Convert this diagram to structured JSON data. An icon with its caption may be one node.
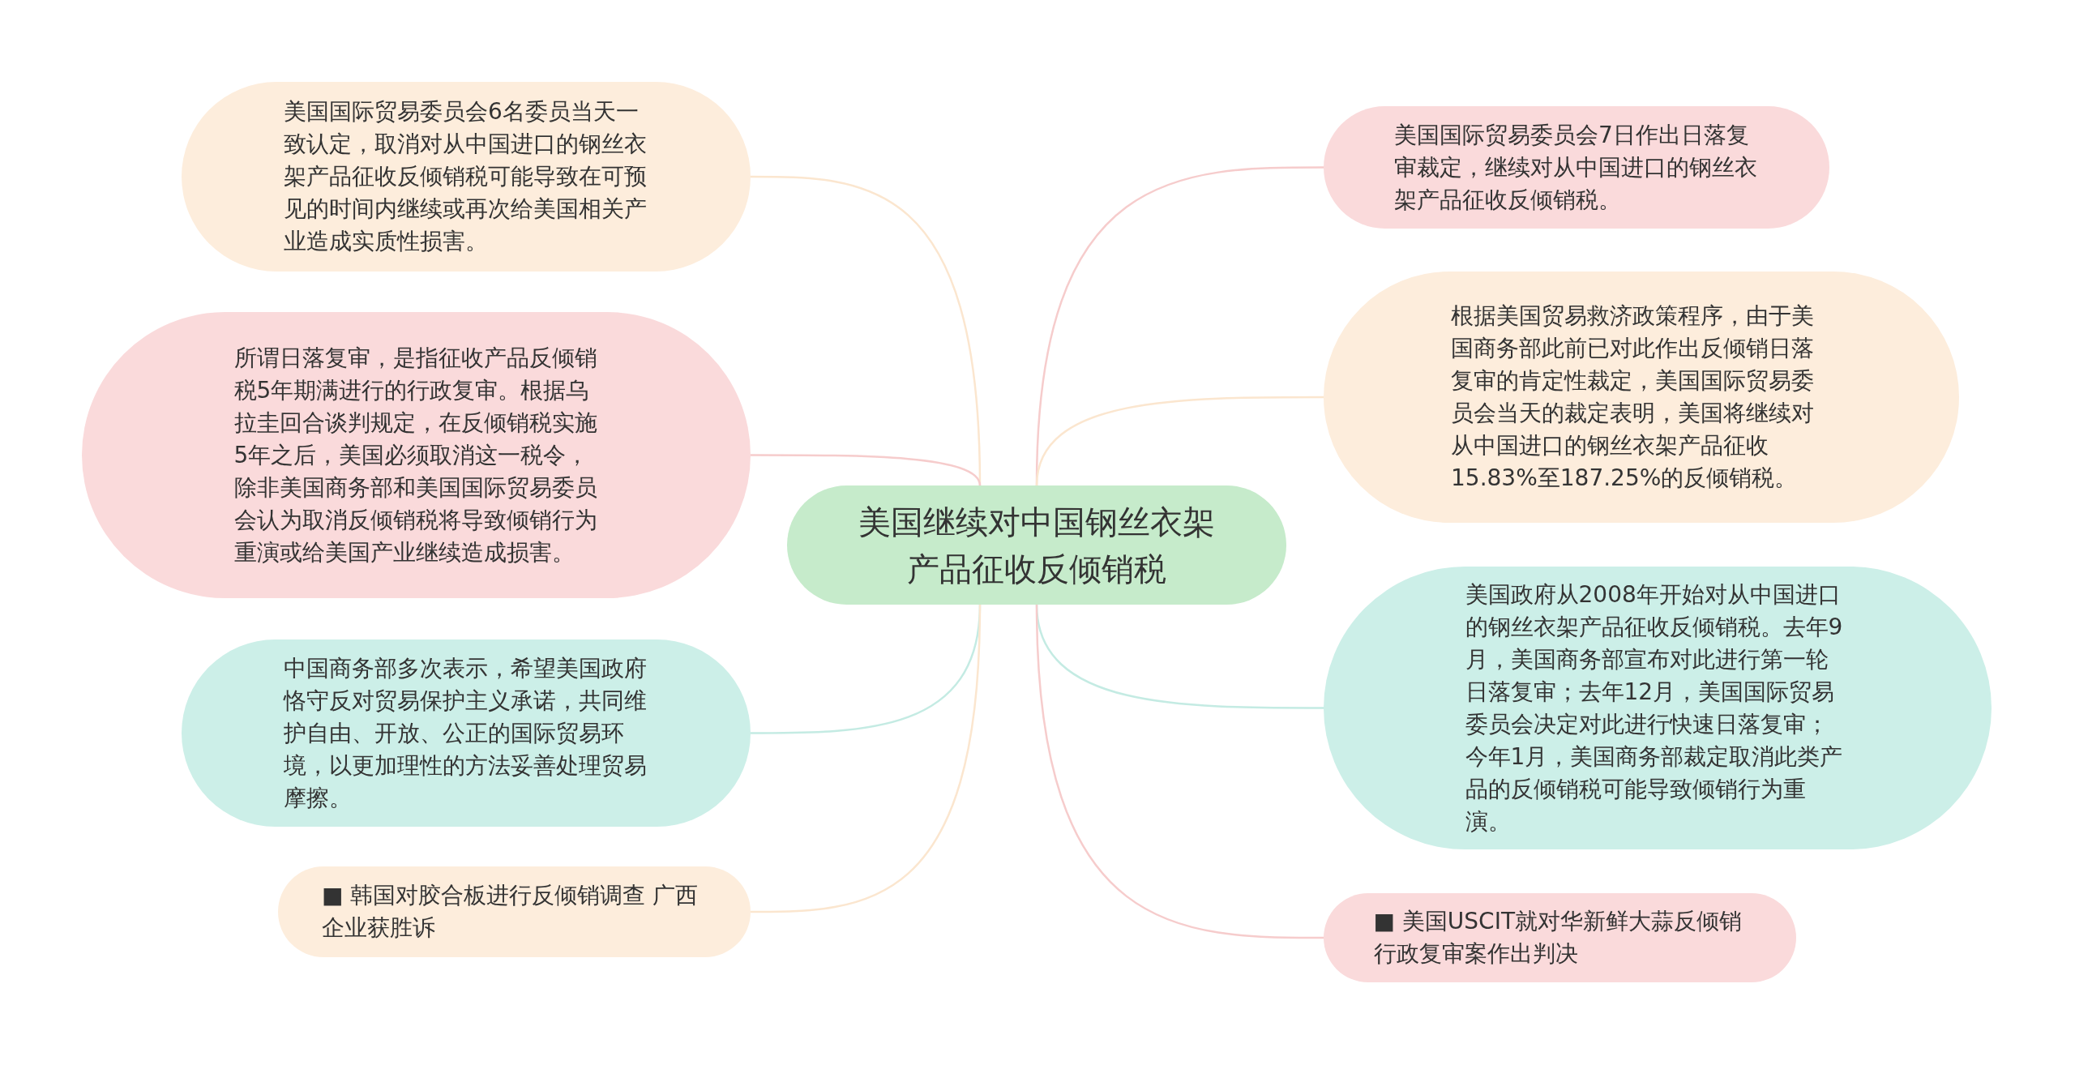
{
  "diagram": {
    "nodes": [
      {
        "text": [
          "美国继续对中国钢丝衣架产品征收反倾销税"
        ]
      },
      {
        "text": [
          "美国国际贸易委员会6名委员当天一致认定，取消对从中国进口的钢丝衣架产品征收反倾销税可能导致在可预见的时间内继续或再次给美国相关产业造成实质性损害。"
        ]
      },
      {
        "text": [
          "所谓日落复审，是指征收产品反倾销税5年期满进行的行政复审。根据乌拉圭回合谈判规定，在反倾销税实施5年之后，美国必须取消这一税令，除非美国商务部和美国国际贸易委员会认为取消反倾销税将导致倾销行为重演或给美国产业继续造成损害。"
        ]
      },
      {
        "text": [
          "中国商务部多次表示，希望美国政府恪守反对贸易保护主义承诺，共同维护自由、开放、公正的国际贸易环境，以更加理性的方法妥善处理贸易摩擦。"
        ]
      },
      {
        "text": [
          "■ 韩国对胶合板进行反倾销调查 广西企业获胜诉"
        ]
      },
      {
        "text": [
          "美国国际贸易委员会7日作出日落复审裁定，继续对从中国进口的钢丝衣架产品征收反倾销税。"
        ]
      },
      {
        "text": [
          "根据美国贸易救济政策程序，由于美国商务部此前已对此作出反倾销日落复审的肯定性裁定，美国国际贸易委员会当天的裁定表明，美国将继续对从中国进口的钢丝衣架产品征收15.83%至187.25%的反倾销税。"
        ]
      },
      {
        "text": [
          "美国政府从2008年开始对从中国进口的钢丝衣架产品征收反倾销税。去年9月，美国商务部宣布对此进行第一轮日落复审；去年12月，美国国际贸易委员会决定对此进行快速日落复审；今年1月，美国商务部裁定取消此类产品的反倾销税可能导致倾销行为重演。"
        ]
      },
      {
        "text": [
          "■ 美国USCIT就对华新鲜大蒜反倾销行政复审案作出判决"
        ]
      }
    ],
    "edges": [
      {
        "from": 0,
        "to": 1,
        "arrow": "none",
        "color": "#fbe6cf"
      },
      {
        "from": 0,
        "to": 2,
        "arrow": "none",
        "color": "#f6cccc"
      },
      {
        "from": 0,
        "to": 3,
        "arrow": "none",
        "color": "#c4ebe3"
      },
      {
        "from": 0,
        "to": 4,
        "arrow": "none",
        "color": "#fbe6cf"
      },
      {
        "from": 0,
        "to": 5,
        "arrow": "none",
        "color": "#f6cccc"
      },
      {
        "from": 0,
        "to": 6,
        "arrow": "none",
        "color": "#fbe6cf"
      },
      {
        "from": 0,
        "to": 7,
        "arrow": "none",
        "color": "#c4ebe3"
      },
      {
        "from": 0,
        "to": 8,
        "arrow": "none",
        "color": "#f6cccc"
      }
    ]
  }
}
